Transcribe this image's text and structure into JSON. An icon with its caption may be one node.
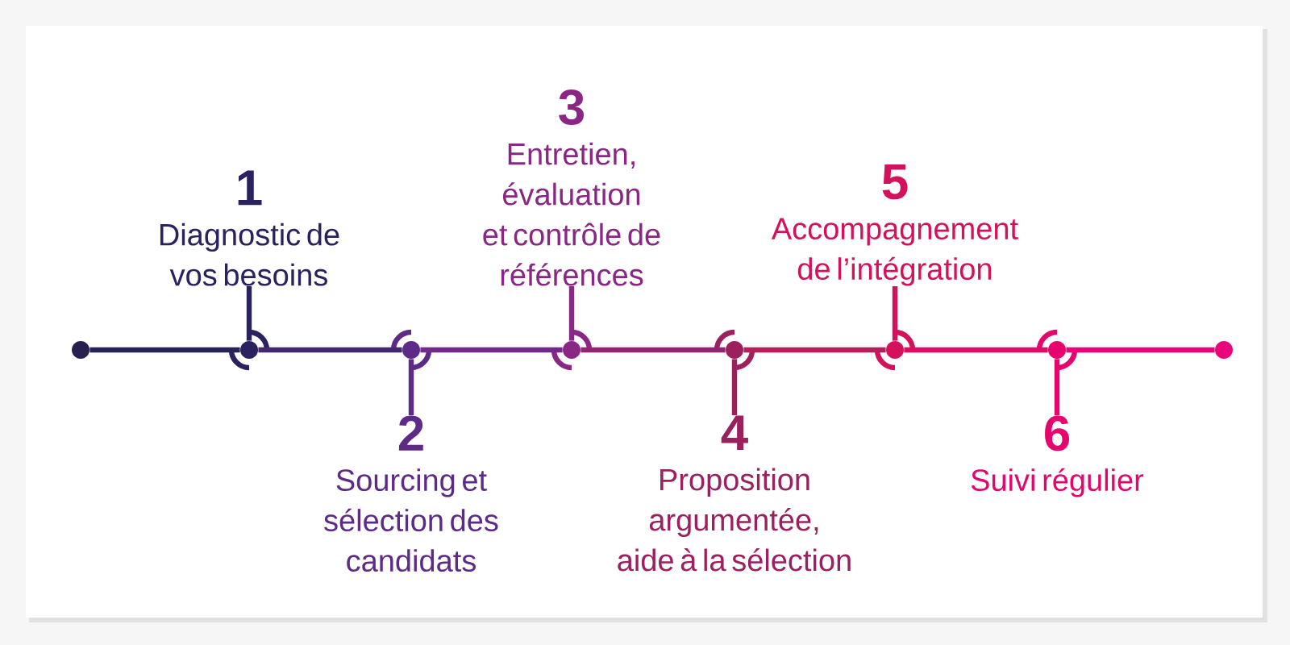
{
  "diagram": {
    "nodes": [
      {
        "text": [
          "1",
          "Diagnostic de vos besoins"
        ]
      },
      {
        "text": [
          "2",
          "Sourcing et sélection des candidats"
        ]
      },
      {
        "text": [
          "3",
          "Entretien, évaluation et contrôle de références"
        ]
      },
      {
        "text": [
          "4",
          "Proposition argumentée, aide à la sélection"
        ]
      },
      {
        "text": [
          "5",
          "Accompagnement de l’intégration"
        ]
      },
      {
        "text": [
          "6",
          "Suivi régulier"
        ]
      },
      {
        "text": [],
        "shape": "circle"
      },
      {
        "text": [],
        "shape": "circle"
      },
      {
        "text": [],
        "shape": "circle"
      },
      {
        "text": [],
        "shape": "circle"
      },
      {
        "text": [],
        "shape": "circle"
      },
      {
        "text": [],
        "shape": "circle"
      },
      {
        "text": [],
        "shape": "circle"
      },
      {
        "text": [],
        "shape": "circle"
      }
    ],
    "edges": [
      {
        "from": 6,
        "to": 7,
        "arrow": "none",
        "color": "#272255"
      },
      {
        "from": 7,
        "to": 8,
        "arrow": "none",
        "color": "#44286f"
      },
      {
        "from": 8,
        "to": 9,
        "arrow": "none",
        "color": "#74288a"
      },
      {
        "from": 9,
        "to": 10,
        "arrow": "none",
        "color": "#922675"
      },
      {
        "from": 10,
        "to": 11,
        "arrow": "none",
        "color": "#b81e5e"
      },
      {
        "from": 11,
        "to": 12,
        "arrow": "none",
        "color": "#dc0f63"
      },
      {
        "from": 12,
        "to": 13,
        "arrow": "none",
        "color": "#e8047a"
      },
      {
        "from": 7,
        "to": 0,
        "arrow": "none",
        "color": "#29225e"
      },
      {
        "from": 8,
        "to": 1,
        "arrow": "none",
        "color": "#5e2a87"
      },
      {
        "from": 9,
        "to": 2,
        "arrow": "none",
        "color": "#8a2683"
      },
      {
        "from": 10,
        "to": 3,
        "arrow": "none",
        "color": "#9b205d"
      },
      {
        "from": 11,
        "to": 4,
        "arrow": "none",
        "color": "#d3125b"
      },
      {
        "from": 12,
        "to": 5,
        "arrow": "none",
        "color": "#e5056c"
      }
    ]
  }
}
